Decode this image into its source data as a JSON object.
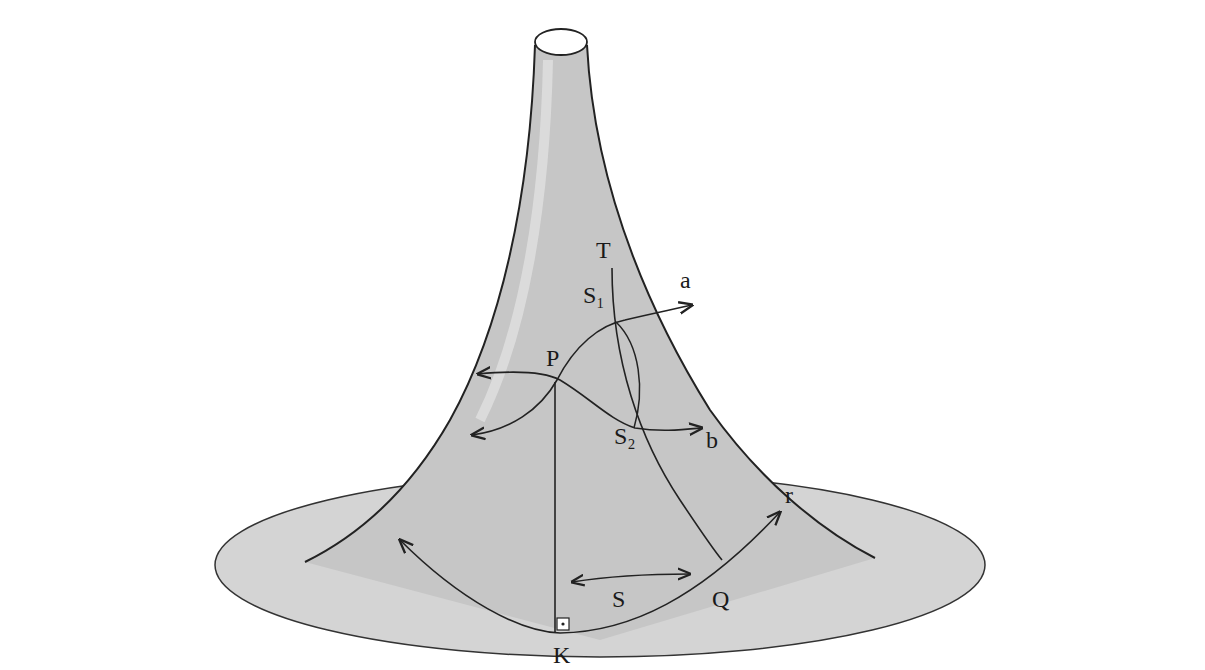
{
  "diagram": {
    "labels": [
      "T",
      "S₁",
      "a",
      "P",
      "S₂",
      "b",
      "S",
      "Q",
      "r",
      "K"
    ]
  }
}
